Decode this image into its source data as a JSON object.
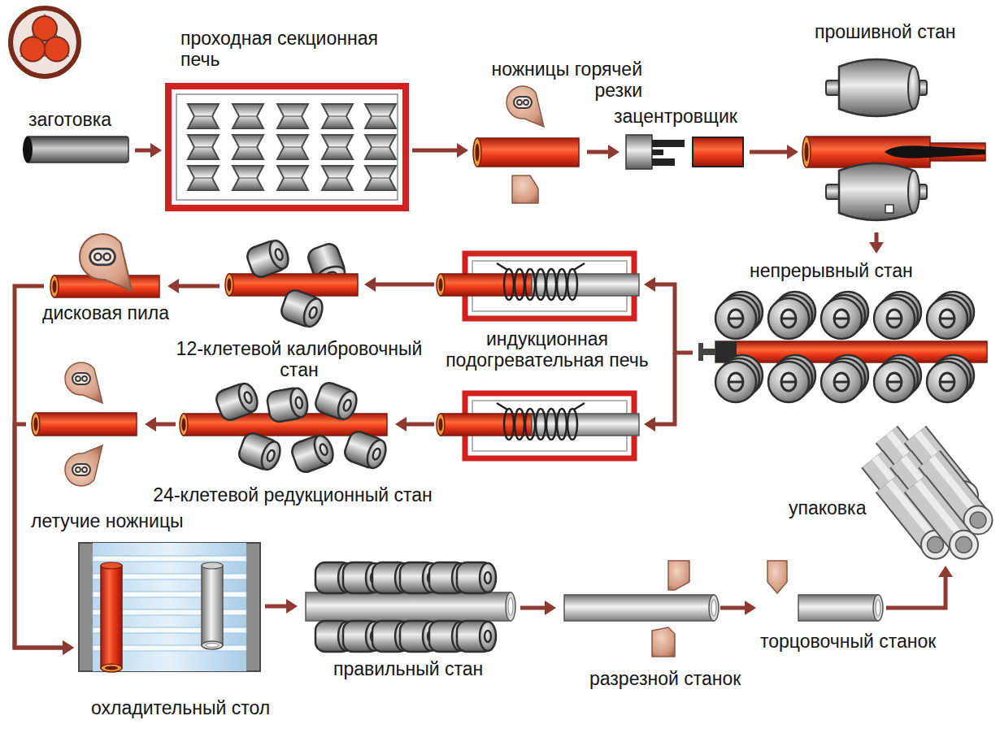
{
  "diagram": {
    "nodes": [
      {
        "text": [
          "заготовка"
        ]
      },
      {
        "text": [
          "проходная секционная печь"
        ]
      },
      {
        "text": [
          "ножницы горячей резки"
        ]
      },
      {
        "text": [
          "зацентровщик"
        ]
      },
      {
        "text": [
          "прошивной стан"
        ]
      },
      {
        "text": [
          "непрерывный стан"
        ]
      },
      {
        "text": [
          "индукционная подогревательная печь"
        ]
      },
      {
        "text": [
          "12-клетевой калибровочный стан"
        ]
      },
      {
        "text": [
          "дисковая пила"
        ]
      },
      {
        "text": [
          "24-клетевой редукционный стан"
        ]
      },
      {
        "text": [
          "летучие ножницы"
        ]
      },
      {
        "text": [
          "охладительный стол"
        ]
      },
      {
        "text": [
          "правильный стан"
        ]
      },
      {
        "text": [
          "разрезной станок"
        ]
      },
      {
        "text": [
          "торцовочный станок"
        ]
      },
      {
        "text": [
          "упаковка"
        ]
      }
    ],
    "edges": [
      {
        "from": 0,
        "to": 1,
        "arrow": "to"
      },
      {
        "from": 1,
        "to": 2,
        "arrow": "to"
      },
      {
        "from": 2,
        "to": 3,
        "arrow": "to"
      },
      {
        "from": 3,
        "to": 4,
        "arrow": "to"
      },
      {
        "from": 4,
        "to": 5,
        "arrow": "to"
      },
      {
        "from": 5,
        "to": 6,
        "arrow": "to"
      },
      {
        "from": 6,
        "to": 7,
        "arrow": "to"
      },
      {
        "from": 7,
        "to": 8,
        "arrow": "to"
      },
      {
        "from": 8,
        "to": 11,
        "arrow": "to"
      },
      {
        "from": 6,
        "to": 9,
        "arrow": "to"
      },
      {
        "from": 9,
        "to": 10,
        "arrow": "to"
      },
      {
        "from": 10,
        "to": 11,
        "arrow": "to"
      },
      {
        "from": 11,
        "to": 12,
        "arrow": "to"
      },
      {
        "from": 12,
        "to": 13,
        "arrow": "to"
      },
      {
        "from": 13,
        "to": 14,
        "arrow": "to"
      },
      {
        "from": 14,
        "to": 15,
        "arrow": "to"
      }
    ]
  }
}
